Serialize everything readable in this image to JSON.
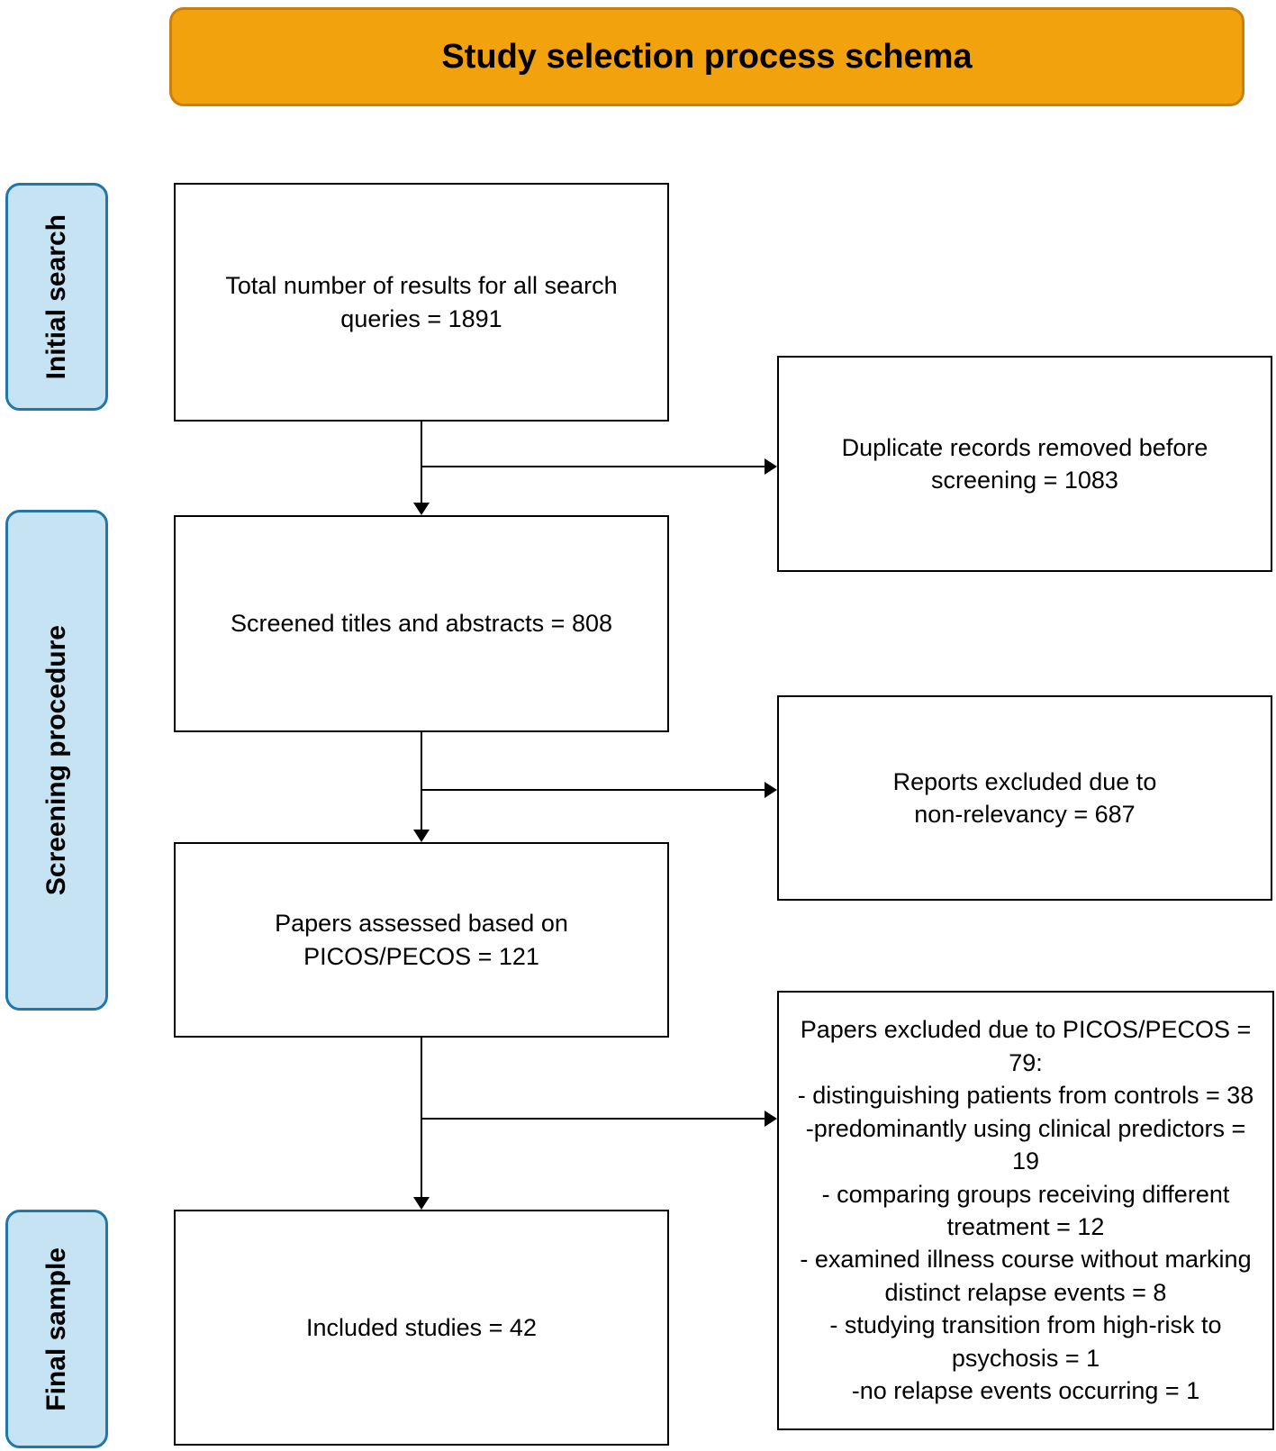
{
  "title": "Study selection process schema",
  "colors": {
    "title_fill": "#F2A20D",
    "title_border": "#C8800A",
    "stage_fill": "#C5E3F2",
    "stage_border": "#2077A8",
    "box_fill": "#FFFFFF",
    "box_border": "#000000",
    "text": "#000000"
  },
  "stages": [
    {
      "label": "Initial search"
    },
    {
      "label": "Screening procedure"
    },
    {
      "label": "Final sample"
    }
  ],
  "flow": [
    {
      "text": "Total number of results for all search\nqueries = 1891",
      "value": 1891
    },
    {
      "text": "Screened titles and abstracts = 808",
      "value": 808
    },
    {
      "text": "Papers assessed based on\nPICOS/PECOS = 121",
      "value": 121
    },
    {
      "text": "Included studies = 42",
      "value": 42
    }
  ],
  "exclusions": [
    {
      "text": "Duplicate records removed before\nscreening = 1083",
      "value": 1083
    },
    {
      "text": "Reports excluded due to\nnon-relevancy = 687",
      "value": 687
    },
    {
      "text": "Papers excluded due to PICOS/PECOS =\n79:\n- distinguishing patients from controls = 38\n-predominantly using clinical predictors =\n19\n- comparing groups receiving different\ntreatment = 12\n- examined illness course without marking\ndistinct relapse events = 8\n- studying transition from high-risk to\npsychosis = 1\n-no relapse events occurring = 1",
      "value": 79
    }
  ]
}
